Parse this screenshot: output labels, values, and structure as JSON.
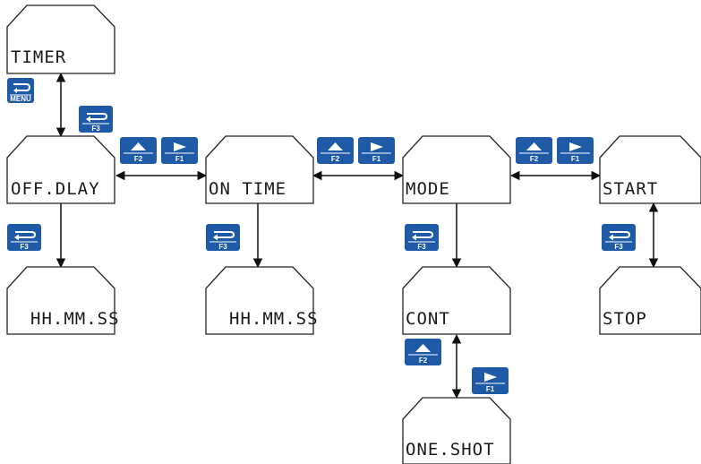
{
  "colors": {
    "key_fill": "#1f5aa6",
    "key_text": "#ffffff",
    "box_stroke": "#222222"
  },
  "displays": {
    "timer": "TIMER",
    "off_dlay": "OFF.DLAY",
    "on_time": "ON TIME",
    "mode": "MODE",
    "start": "START",
    "hhmmss_1": "HH.MM.SS",
    "hhmmss_2": "HH.MM.SS",
    "cont": "CONT",
    "stop": "STOP",
    "oneshot": "ONE.SHOT"
  },
  "keys": {
    "menu": "MENU",
    "f1": "F1",
    "f2": "F2",
    "f3": "F3"
  },
  "icons": {
    "menu": "return-arrow-icon",
    "f1": "right-triangle-icon",
    "f2": "up-triangle-icon",
    "f3": "enter-arrow-icon"
  }
}
